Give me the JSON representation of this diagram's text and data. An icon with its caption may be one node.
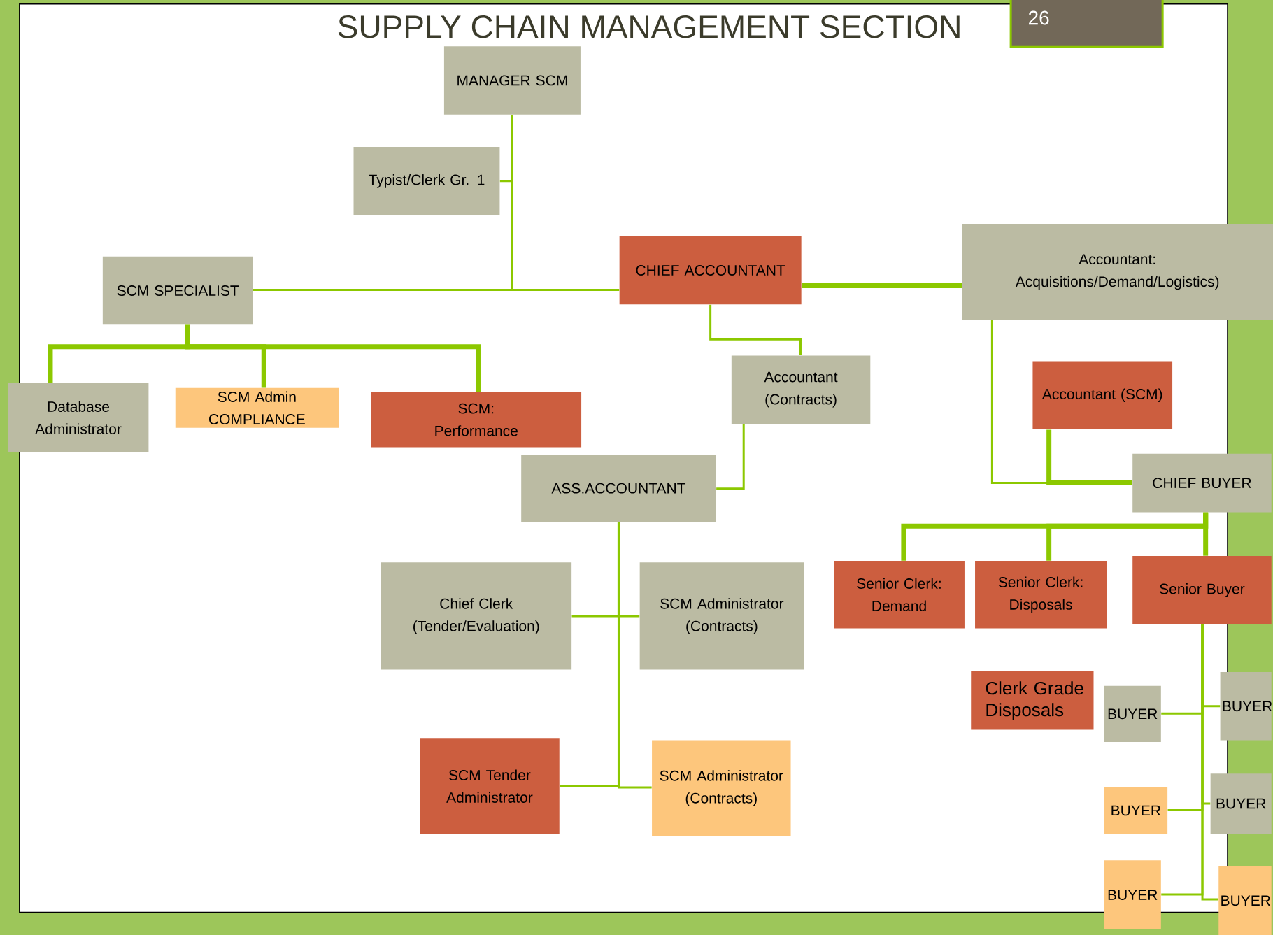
{
  "diagram": {
    "title": "SUPPLY CHAIN MANAGEMENT SECTION",
    "nodes": [
      {
        "text": [
          "MANAGER SCM"
        ]
      },
      {
        "text": [
          "Typist/Clerk Gr. 1"
        ]
      },
      {
        "text": [
          "SCM SPECIALIST"
        ]
      },
      {
        "text": [
          "CHIEF ACCOUNTANT"
        ]
      },
      {
        "text": [
          "Accountant: Acquisitions/Demand/Logistics)"
        ]
      },
      {
        "text": [
          "Database Administrator"
        ]
      },
      {
        "text": [
          "SCM Admin COMPLIANCE"
        ]
      },
      {
        "text": [
          "SCM: Performance"
        ]
      },
      {
        "text": [
          "Accountant (Contracts)"
        ]
      },
      {
        "text": [
          "Accountant (SCM)"
        ]
      },
      {
        "text": [
          "ASS.ACCOUNTANT"
        ]
      },
      {
        "text": [
          "CHIEF BUYER"
        ]
      },
      {
        "text": [
          "Chief Clerk (Tender/Evaluation)"
        ]
      },
      {
        "text": [
          "SCM Administrator (Contracts)"
        ]
      },
      {
        "text": [
          "Senior Clerk: Demand"
        ]
      },
      {
        "text": [
          "Senior Clerk: Disposals"
        ]
      },
      {
        "text": [
          "Senior Buyer"
        ]
      },
      {
        "text": [
          "Clerk Grade Disposals"
        ]
      },
      {
        "text": [
          "BUYER"
        ]
      },
      {
        "text": [
          "BUYER"
        ]
      },
      {
        "text": [
          "BUYER"
        ]
      },
      {
        "text": [
          "BUYER"
        ]
      },
      {
        "text": [
          "BUYER"
        ]
      },
      {
        "text": [
          "BUYER"
        ]
      },
      {
        "text": [
          "SCM Tender Administrator"
        ]
      },
      {
        "text": [
          "SCM Administrator (Contracts)"
        ]
      }
    ],
    "edges": [
      {
        "from": 0,
        "to": 1,
        "arrow": "none"
      },
      {
        "from": 0,
        "to": 2,
        "arrow": "none"
      },
      {
        "from": 0,
        "to": 3,
        "arrow": "none"
      },
      {
        "from": 3,
        "to": 4,
        "arrow": "none",
        "style": "thick"
      },
      {
        "from": 2,
        "to": 5,
        "arrow": "none",
        "style": "thick"
      },
      {
        "from": 2,
        "to": 6,
        "arrow": "none",
        "style": "thick"
      },
      {
        "from": 2,
        "to": 7,
        "arrow": "none",
        "style": "thick"
      },
      {
        "from": 3,
        "to": 8,
        "arrow": "none"
      },
      {
        "from": 8,
        "to": 10,
        "arrow": "none"
      },
      {
        "from": 10,
        "to": 12,
        "arrow": "none"
      },
      {
        "from": 10,
        "to": 13,
        "arrow": "none"
      },
      {
        "from": 10,
        "to": 24,
        "arrow": "none"
      },
      {
        "from": 10,
        "to": 25,
        "arrow": "none"
      },
      {
        "from": 4,
        "to": 11,
        "arrow": "none"
      },
      {
        "from": 9,
        "to": 11,
        "arrow": "none",
        "style": "thick"
      },
      {
        "from": 11,
        "to": 14,
        "arrow": "none",
        "style": "thick"
      },
      {
        "from": 11,
        "to": 15,
        "arrow": "none",
        "style": "thick"
      },
      {
        "from": 11,
        "to": 16,
        "arrow": "none",
        "style": "thick"
      },
      {
        "from": 16,
        "to": 18,
        "arrow": "none"
      },
      {
        "from": 16,
        "to": 19,
        "arrow": "none"
      },
      {
        "from": 16,
        "to": 20,
        "arrow": "none"
      },
      {
        "from": 16,
        "to": 21,
        "arrow": "none"
      },
      {
        "from": 16,
        "to": 22,
        "arrow": "none"
      },
      {
        "from": 16,
        "to": 23,
        "arrow": "none"
      }
    ],
    "labels": [
      "26"
    ]
  }
}
